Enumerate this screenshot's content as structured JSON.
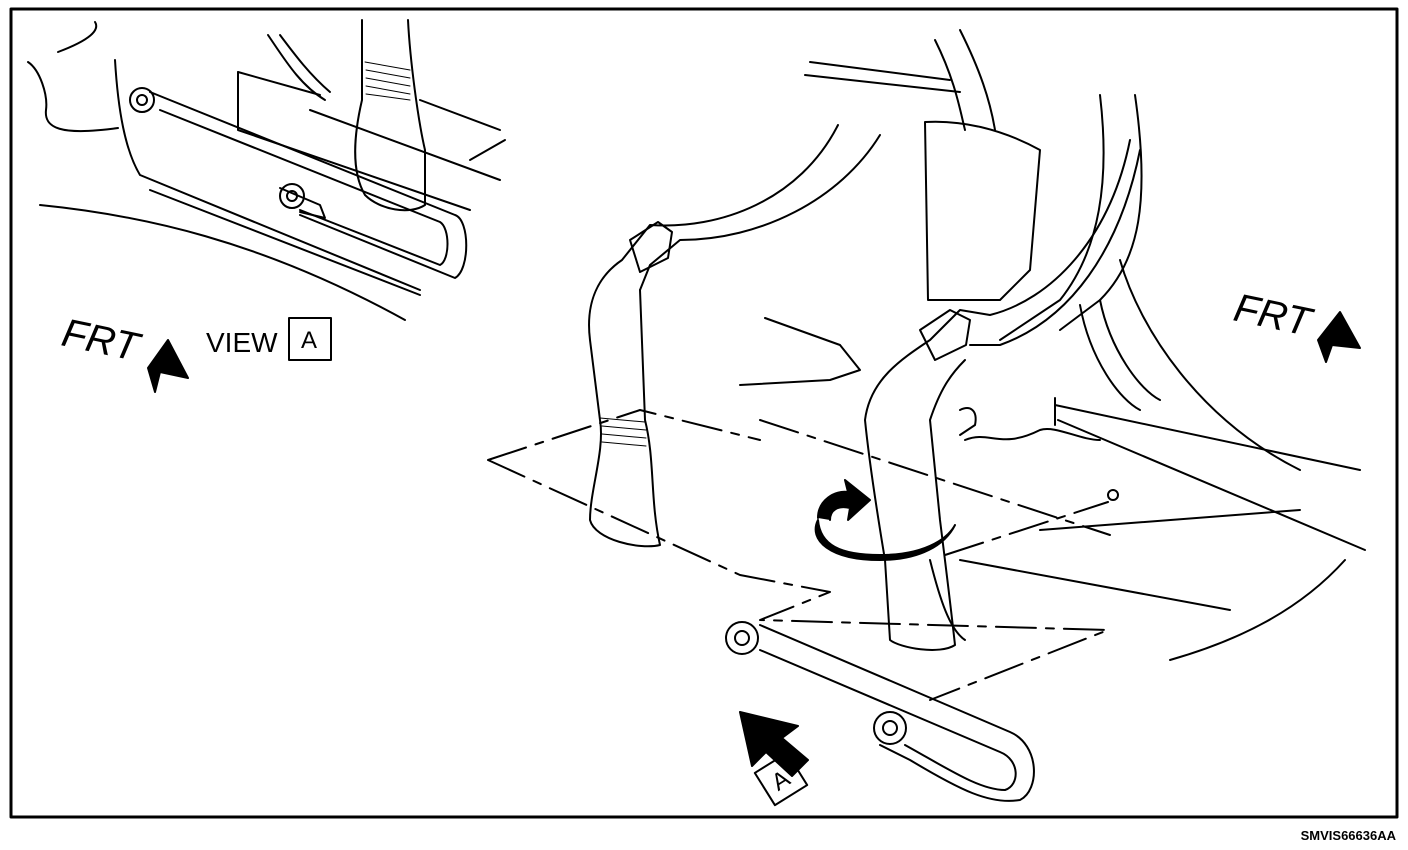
{
  "figure": {
    "inset": {
      "frt_label": "FRT",
      "view_label": "VIEW",
      "view_letter": "A"
    },
    "main": {
      "frt_label": "FRT",
      "view_marker_letter": "A"
    },
    "figure_code": "SMVIS66636AA",
    "colors": {
      "line": "#000000",
      "background": "#ffffff"
    }
  }
}
